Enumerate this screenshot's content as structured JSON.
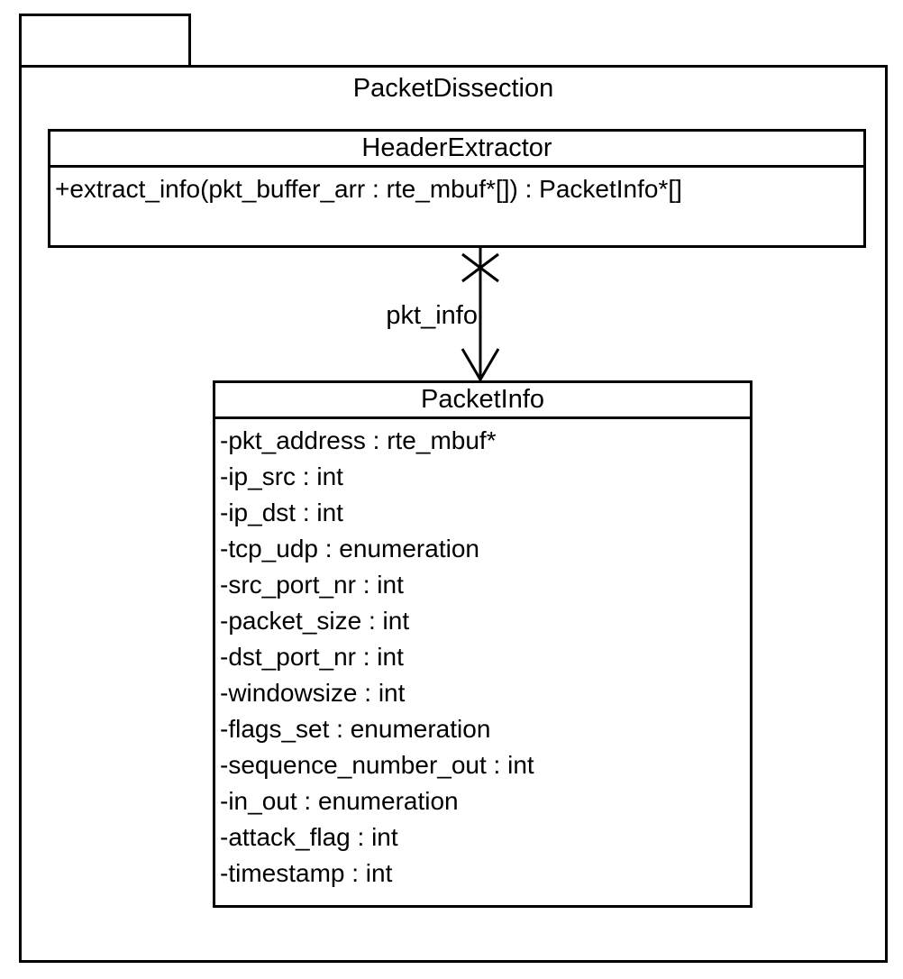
{
  "diagram": {
    "type": "uml-class-diagram",
    "package": {
      "name": "PacketDissection"
    },
    "classes": {
      "header_extractor": {
        "name": "HeaderExtractor",
        "methods": [
          "+extract_info(pkt_buffer_arr : rte_mbuf*[]) : PacketInfo*[]"
        ]
      },
      "packet_info": {
        "name": "PacketInfo",
        "attributes": [
          "-pkt_address : rte_mbuf*",
          "-ip_src : int",
          "-ip_dst : int",
          "-tcp_udp : enumeration",
          "-src_port_nr : int",
          "-packet_size : int",
          "-dst_port_nr : int",
          "-windowsize : int",
          "-flags_set : enumeration",
          "-sequence_number_out : int",
          "-in_out : enumeration",
          "-attack_flag : int",
          "-timestamp : int"
        ]
      }
    },
    "association": {
      "label": "pkt_info",
      "from": "HeaderExtractor",
      "to": "PacketInfo",
      "source_end_marker": "x-non-navigable",
      "target_end_marker": "open-arrowhead"
    },
    "colors": {
      "line": "#000000",
      "background": "#ffffff"
    }
  }
}
